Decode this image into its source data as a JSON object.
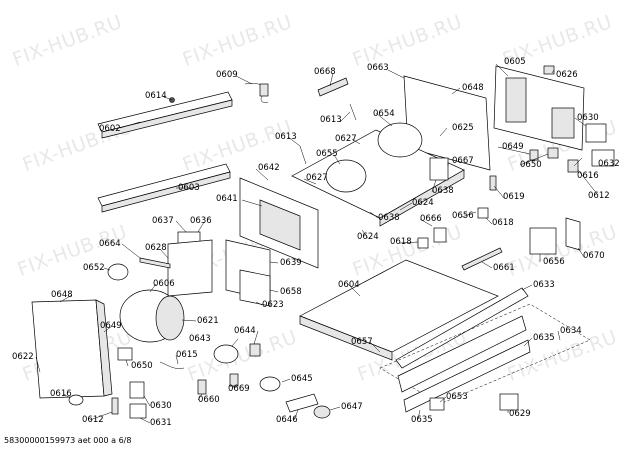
{
  "watermark": "FIX-HUB.RU",
  "footer": "58300000159973 aet 000 a 6/8",
  "labels": {
    "l0614": "0614",
    "l0602": "0602",
    "l0603": "0603",
    "l0609": "0609",
    "l0668": "0668",
    "l0663": "0663",
    "l0605": "0605",
    "l0626": "0626",
    "l0648a": "0648",
    "l0654": "0654",
    "l0613a": "0613",
    "l0627a": "0627",
    "l0625": "0625",
    "l0613b": "0613",
    "l0655": "0655",
    "l0630": "0630",
    "l0649a": "0649",
    "l0642": "0642",
    "l0627b": "0627",
    "l0667": "0667",
    "l0650a": "0650",
    "l0616a": "0616",
    "l0632": "0632",
    "l0638a": "0638",
    "l0641": "0641",
    "l0624a": "0624",
    "l0619": "0619",
    "l0612a": "0612",
    "l0637": "0637",
    "l0636": "0636",
    "l0638b": "0638",
    "l0666": "0666",
    "l0656a": "0656",
    "l0618a": "0618",
    "l0624b": "0624",
    "l0618b": "0618",
    "l0664": "0664",
    "l0628": "0628",
    "l0639": "0639",
    "l0656b": "0656",
    "l0670": "0670",
    "l0652": "0652",
    "l0661": "0661",
    "l0606": "0606",
    "l0604": "0604",
    "l0633": "0633",
    "l0648b": "0648",
    "l0658": "0658",
    "l0623": "0623",
    "l0649b": "0649",
    "l0621": "0621",
    "l0634": "0634",
    "l0644": "0644",
    "l0643": "0643",
    "l0657": "0657",
    "l0635a": "0635",
    "l0622": "0622",
    "l0650b": "0650",
    "l0615": "0615",
    "l0645": "0645",
    "l0669": "0669",
    "l0616b": "0616",
    "l0660": "0660",
    "l0630b": "0630",
    "l0647": "0647",
    "l0653": "0653",
    "l0612b": "0612",
    "l0646": "0646",
    "l0629": "0629",
    "l0631": "0631",
    "l0635b": "0635"
  }
}
